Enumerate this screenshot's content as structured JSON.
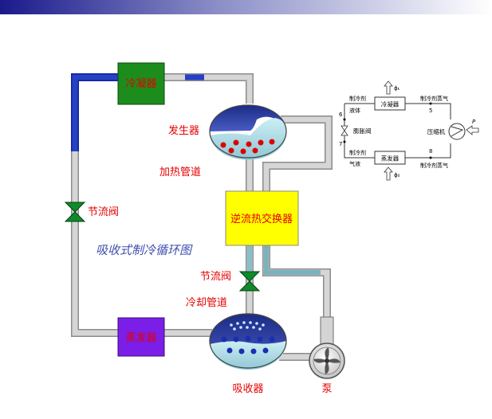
{
  "colors": {
    "pipe_gray": "#c8c8c8",
    "pipe_blue": "#1f3fb5",
    "condenser": "#1c8c1c",
    "evaporator": "#7a1ee8",
    "exchanger": "#ffff00",
    "valve": "#1a9a1a",
    "label_red": "#e60000",
    "title_blue": "#3f4faf",
    "liquid": "#bde7ef",
    "header_gradient_start": "#1a1a8c"
  },
  "main_diagram": {
    "condenser": "冷凝器",
    "generator": "发生器",
    "heating_pipe": "加热管道",
    "throttle_valve_left": "节流阀",
    "exchanger": "逆流热交换器",
    "title": "吸收式制冷循环图",
    "throttle_valve_right": "节流阀",
    "cooling_pipe": "冷却管道",
    "evaporator": "蒸发器",
    "absorber": "吸收器",
    "pump": "泵"
  },
  "inset": {
    "condenser": "冷凝器",
    "evaporator": "蒸发器",
    "compressor": "压缩机",
    "liquid_top_1": "制冷剂",
    "liquid_top_2": "液体",
    "vapor_top": "制冷剂蒸气",
    "liquid_bot_1": "制冷剂",
    "liquid_bot_2": "气液",
    "vapor_bot": "制冷剂蒸气",
    "expansion_valve": "膨胀阀",
    "phi_k": "ϕₖ",
    "phi_0": "ϕ₀",
    "p_label": "P",
    "node_5": "5",
    "node_6": "6",
    "node_7": "7",
    "node_8": "8"
  }
}
